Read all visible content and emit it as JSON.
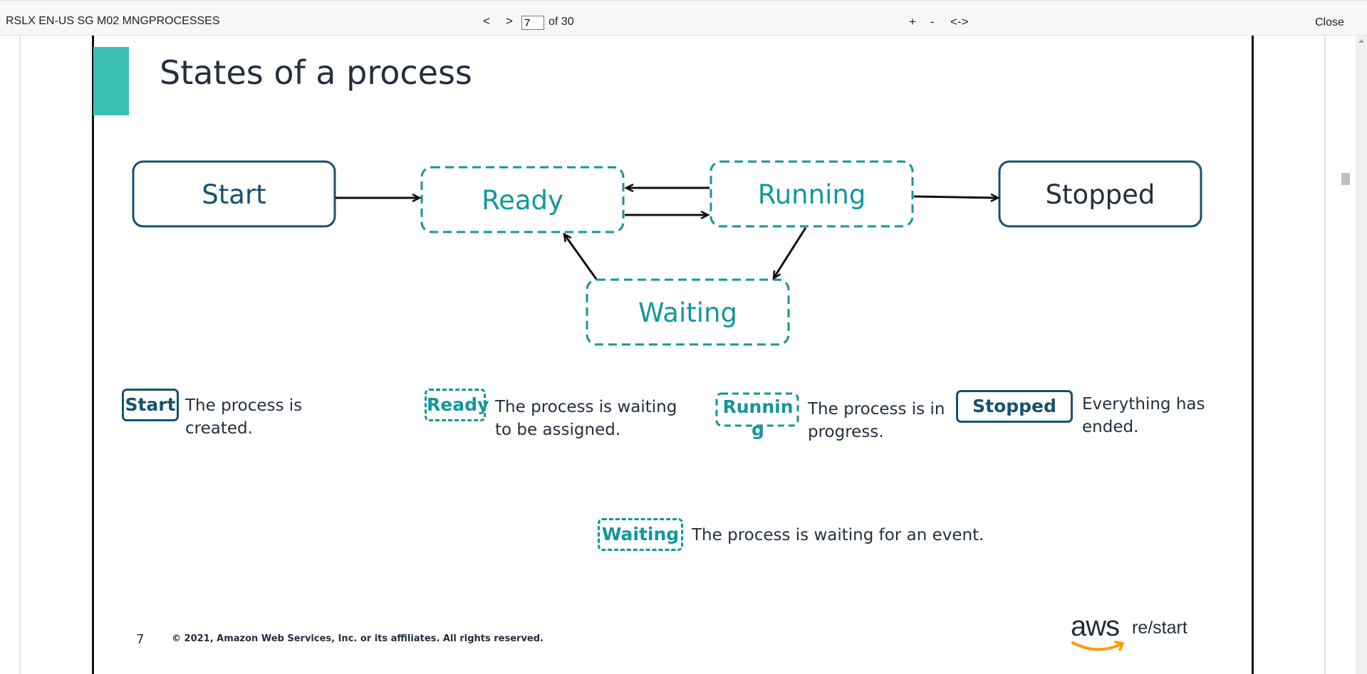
{
  "toolbar": {
    "doc_title": "RSLX EN-US SG M02 MNGPROCESSES",
    "prev_label": "<",
    "next_label": ">",
    "page_value": "7",
    "page_of": "of 30",
    "zoom_in_label": "+",
    "zoom_out_label": "-",
    "fit_label": "<->",
    "close_label": "Close"
  },
  "slide": {
    "title": "States of a process",
    "diagram": {
      "start": "Start",
      "ready": "Ready",
      "running": "Running",
      "stopped": "Stopped",
      "waiting": "Waiting"
    },
    "legend": [
      {
        "chip": "Start",
        "desc": "The process is created."
      },
      {
        "chip": "Ready",
        "desc": "The process is waiting to be assigned."
      },
      {
        "chip": "Running",
        "desc": "The process is in progress."
      },
      {
        "chip": "Stopped",
        "desc": "Everything has ended."
      },
      {
        "chip": "Waiting",
        "desc": "The process is waiting for an event."
      }
    ],
    "footer": {
      "page_number": "7",
      "copyright": "© 2021, Amazon Web Services, Inc. or its affiliates. All rights reserved.",
      "logo_aws": "aws",
      "logo_restart": "re/start"
    }
  },
  "colors": {
    "accent": "#3cc0b4",
    "solid_border": "#17516d",
    "dashed_border": "#12979a",
    "text_dark": "#232f3e",
    "aws_orange": "#ff9900"
  }
}
